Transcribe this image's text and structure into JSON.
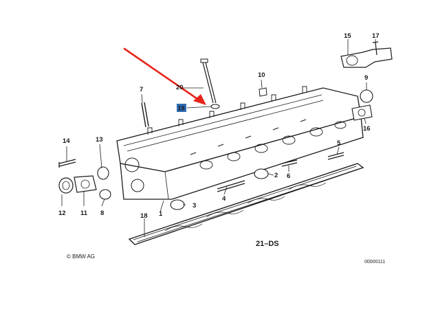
{
  "diagram": {
    "part_labels": [
      "1",
      "2",
      "3",
      "4",
      "5",
      "6",
      "7",
      "8",
      "9",
      "10",
      "11",
      "12",
      "13",
      "14",
      "15",
      "16",
      "17",
      "18",
      "19",
      "20"
    ],
    "highlighted_part": "19",
    "group_label": "21–DS",
    "copyright": "© BMW AG",
    "ref_number": "00000111",
    "colors": {
      "arrow": "#e8231a",
      "highlight": "#2f6db5",
      "line": "#1a1a1a"
    }
  }
}
